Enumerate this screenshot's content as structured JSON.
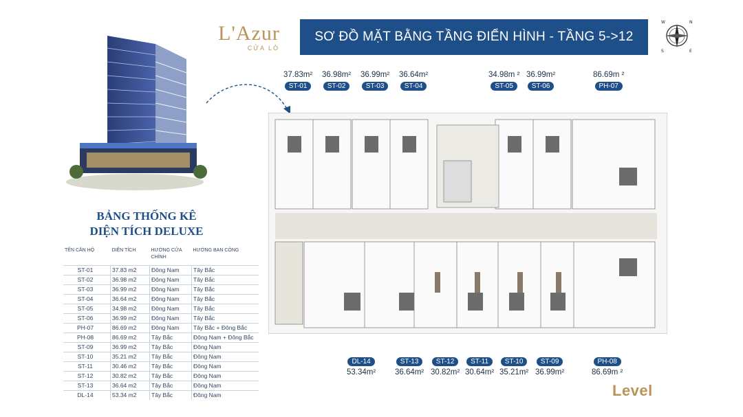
{
  "brand": {
    "name": "L'Azur",
    "sub": "CỬA LÒ"
  },
  "banner": {
    "title": "SƠ ĐỒ MẶT BẰNG TẦNG ĐIỂN HÌNH - TẦNG 5->12"
  },
  "compass": {
    "n": "N",
    "w": "W",
    "s": "S",
    "e": "E"
  },
  "stats": {
    "title_line1": "BẢNG THỐNG KÊ",
    "title_line2": "DIỆN TÍCH DELUXE",
    "headers": [
      "TÊN CĂN HỘ",
      "DIỆN TÍCH",
      "HƯỚNG CỬA CHÍNH",
      "HƯỚNG BAN CÔNG"
    ],
    "rows": [
      [
        "ST-01",
        "37.83 m2",
        "Đông Nam",
        "Tây Bắc"
      ],
      [
        "ST-02",
        "36.98 m2",
        "Đông Nam",
        "Tây Bắc"
      ],
      [
        "ST-03",
        "36.99 m2",
        "Đông Nam",
        "Tây Bắc"
      ],
      [
        "ST-04",
        "36.64 m2",
        "Đông Nam",
        "Tây Bắc"
      ],
      [
        "ST-05",
        "34.98 m2",
        "Đông Nam",
        "Tây Bắc"
      ],
      [
        "ST-06",
        "36.99 m2",
        "Đông Nam",
        "Tây Bắc"
      ],
      [
        "PH-07",
        "86.69 m2",
        "Đông Nam",
        "Tây Bắc + Đông Bắc"
      ],
      [
        "PH-08",
        "86.69 m2",
        "Tây Bắc",
        "Đông Nam + Đông Bắc"
      ],
      [
        "ST-09",
        "36.99 m2",
        "Tây Bắc",
        "Đông Nam"
      ],
      [
        "ST-10",
        "35.21 m2",
        "Tây Bắc",
        "Đông Nam"
      ],
      [
        "ST-11",
        "30.46 m2",
        "Tây Bắc",
        "Đông Nam"
      ],
      [
        "ST-12",
        "30.82 m2",
        "Tây Bắc",
        "Đông Nam"
      ],
      [
        "ST-13",
        "36.64 m2",
        "Tây Bắc",
        "Đông Nam"
      ],
      [
        "DL-14",
        "53.34 m2",
        "Tây Bắc",
        "Đông Nam"
      ]
    ]
  },
  "units_top": [
    {
      "id": "ST-01",
      "area": "37.83m²"
    },
    {
      "id": "ST-02",
      "area": "36.98m²"
    },
    {
      "id": "ST-03",
      "area": "36.99m²"
    },
    {
      "id": "ST-04",
      "area": "36.64m²"
    },
    {
      "id": "ST-05",
      "area": "34.98m ²"
    },
    {
      "id": "ST-06",
      "area": "36.99m²"
    },
    {
      "id": "PH-07",
      "area": "86.69m ²"
    }
  ],
  "units_bottom": [
    {
      "id": "DL-14",
      "area": "53.34m²"
    },
    {
      "id": "ST-13",
      "area": "36.64m²"
    },
    {
      "id": "ST-12",
      "area": "30.82m²"
    },
    {
      "id": "ST-11",
      "area": "30.64m²"
    },
    {
      "id": "ST-10",
      "area": "35.21m²"
    },
    {
      "id": "ST-09",
      "area": "36.99m²"
    },
    {
      "id": "PH-08",
      "area": "86.69m ²"
    }
  ],
  "level": "Level"
}
